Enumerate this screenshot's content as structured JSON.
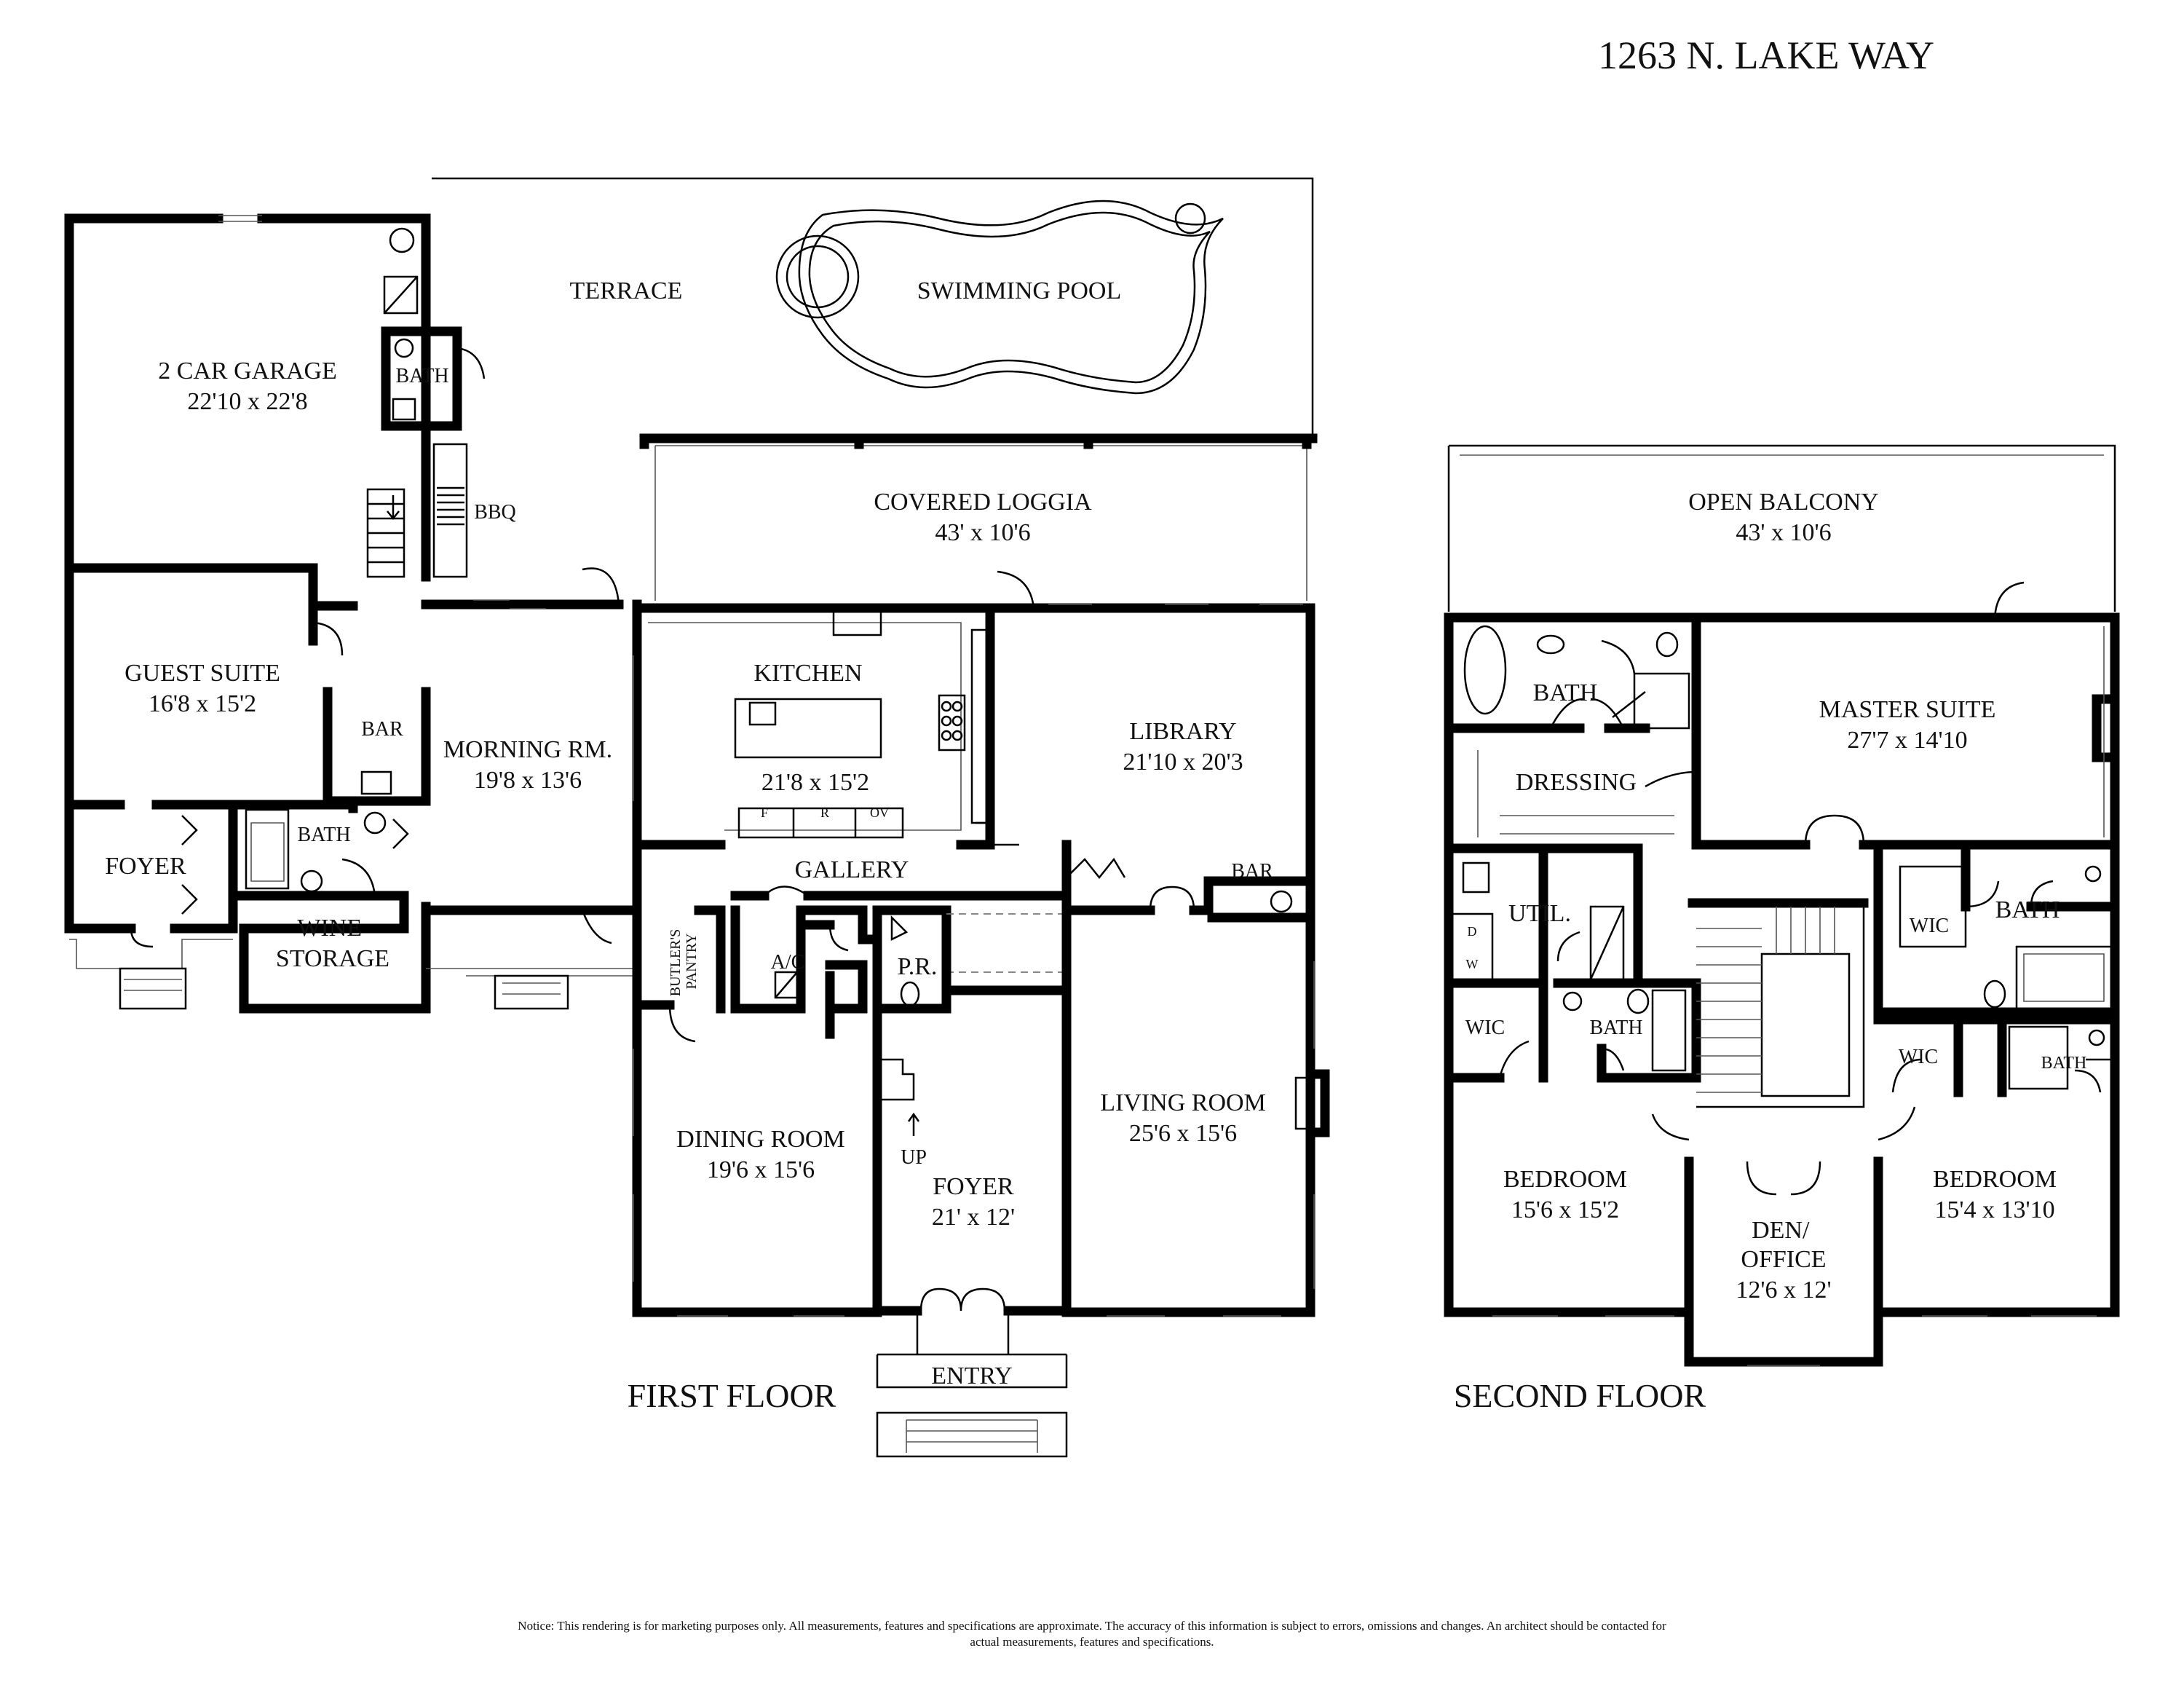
{
  "title": "1263 N. LAKE WAY",
  "first_floor": {
    "label": "FIRST FLOOR",
    "rooms": [
      {
        "name": "2 CAR GARAGE",
        "dim": "22'10 x 22'8"
      },
      {
        "name": "TERRACE"
      },
      {
        "name": "SWIMMING POOL"
      },
      {
        "name": "BATH"
      },
      {
        "name": "BBQ"
      },
      {
        "name": "COVERED LOGGIA",
        "dim": "43' x 10'6"
      },
      {
        "name": "GUEST SUITE",
        "dim": "16'8 x 15'2"
      },
      {
        "name": "BAR"
      },
      {
        "name": "MORNING RM.",
        "dim": "19'8 x 13'6"
      },
      {
        "name": "KITCHEN",
        "dim": "21'8 x 15'2"
      },
      {
        "name": "LIBRARY",
        "dim": "21'10 x 20'3"
      },
      {
        "name": "FOYER"
      },
      {
        "name": "BATH"
      },
      {
        "name": "GALLERY"
      },
      {
        "name": "BAR"
      },
      {
        "name": "WINE STORAGE"
      },
      {
        "name": "BUTLER'S PANTRY"
      },
      {
        "name": "A/C"
      },
      {
        "name": "P.R."
      },
      {
        "name": "DINING ROOM",
        "dim": "19'6 x 15'6"
      },
      {
        "name": "FOYER",
        "dim": "21' x 12'"
      },
      {
        "name": "LIVING ROOM",
        "dim": "25'6 x 15'6"
      },
      {
        "name": "UP"
      },
      {
        "name": "ENTRY"
      }
    ],
    "appliances": [
      "F",
      "R",
      "OV"
    ]
  },
  "second_floor": {
    "label": "SECOND FLOOR",
    "rooms": [
      {
        "name": "OPEN BALCONY",
        "dim": "43' x 10'6"
      },
      {
        "name": "BATH"
      },
      {
        "name": "MASTER SUITE",
        "dim": "27'7 x 14'10"
      },
      {
        "name": "DRESSING"
      },
      {
        "name": "UTIL."
      },
      {
        "name": "WIC"
      },
      {
        "name": "BATH"
      },
      {
        "name": "WIC"
      },
      {
        "name": "BATH"
      },
      {
        "name": "WIC"
      },
      {
        "name": "BATH"
      },
      {
        "name": "BEDROOM",
        "dim": "15'6 x 15'2"
      },
      {
        "name": "DEN/ OFFICE",
        "dim": "12'6 x 12'"
      },
      {
        "name": "BEDROOM",
        "dim": "15'4 x 13'10"
      }
    ],
    "appliances": [
      "D",
      "W"
    ]
  },
  "notice": "Notice: This rendering is for marketing purposes only. All measurements, features and specifications are approximate. The accuracy of this information is subject to errors, omissions and changes. An architect should be contacted for actual measurements, features and specifications."
}
